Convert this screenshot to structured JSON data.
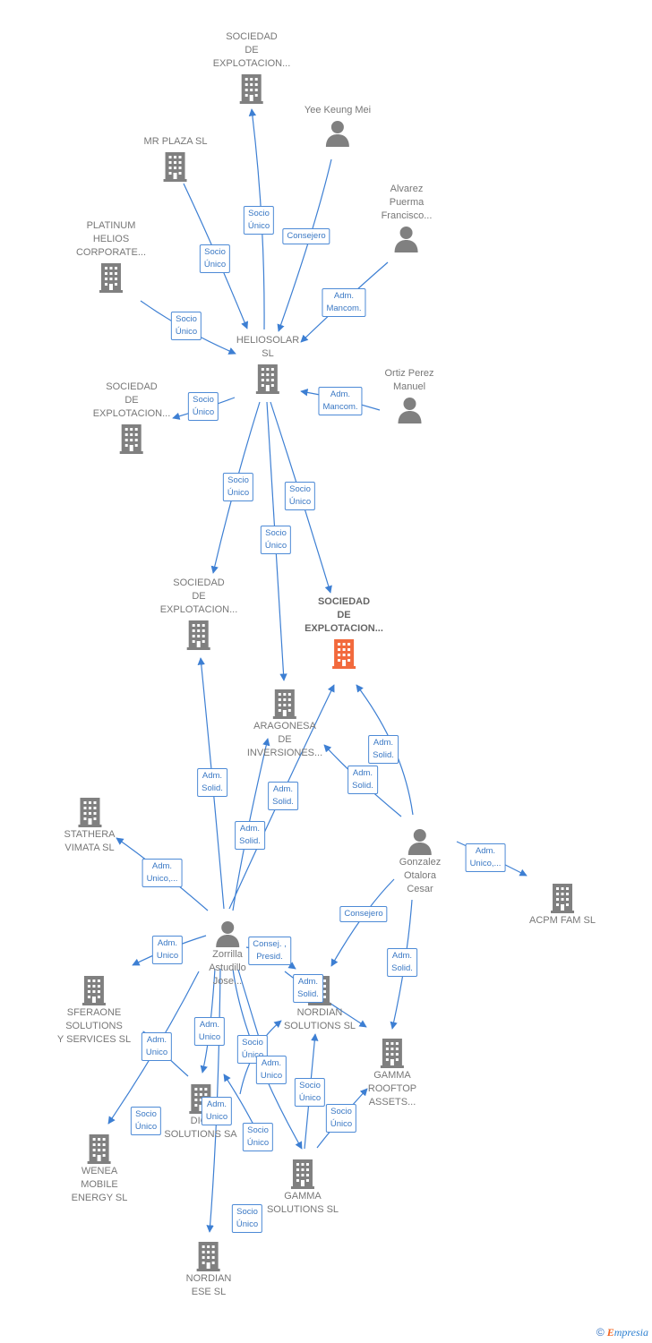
{
  "colors": {
    "link": "#3d7fd3",
    "node": "#808080",
    "focus": "#f26a3d",
    "badge_border": "#4d8ad6"
  },
  "nodes": [
    {
      "id": "sdex_top",
      "label": "SOCIEDAD\nDE\nEXPLOTACION...",
      "type": "company"
    },
    {
      "id": "yee",
      "label": "Yee Keung Mei",
      "type": "person"
    },
    {
      "id": "mrplaza",
      "label": "MR PLAZA SL",
      "type": "company"
    },
    {
      "id": "alvarez",
      "label": "Alvarez\nPuerma\nFrancisco...",
      "type": "person"
    },
    {
      "id": "platinum",
      "label": "PLATINUM\nHELIOS\nCORPORATE...",
      "type": "company"
    },
    {
      "id": "heliosolar",
      "label": "HELIOSOLAR\nSL",
      "type": "company"
    },
    {
      "id": "sdex_left",
      "label": "SOCIEDAD\nDE\nEXPLOTACION...",
      "type": "company"
    },
    {
      "id": "ortiz",
      "label": "Ortiz Perez\nManuel",
      "type": "person"
    },
    {
      "id": "sdex_mid",
      "label": "SOCIEDAD\nDE\nEXPLOTACION...",
      "type": "company"
    },
    {
      "id": "sdex_focus",
      "label": "SOCIEDAD\nDE\nEXPLOTACION...",
      "type": "company",
      "focus": true
    },
    {
      "id": "aragonesa",
      "label": "ARAGONESA\nDE\nINVERSIONES...",
      "type": "company"
    },
    {
      "id": "stathera",
      "label": "STATHERA\nVIMATA  SL",
      "type": "company"
    },
    {
      "id": "gonzalez",
      "label": "Gonzalez\nOtalora\nCesar",
      "type": "person"
    },
    {
      "id": "acpm",
      "label": "ACPM FAM  SL",
      "type": "company"
    },
    {
      "id": "zorrilla",
      "label": "Zorrilla\nAstudillo\nJose...",
      "type": "person"
    },
    {
      "id": "sferaone",
      "label": "SFERAONE\nSOLUTIONS\nY SERVICES SL",
      "type": "company"
    },
    {
      "id": "nordian_sol",
      "label": "NORDIAN\nSOLUTIONS SL",
      "type": "company"
    },
    {
      "id": "gamma_roof",
      "label": "GAMMA\nROOFTOP\nASSETS...",
      "type": "company"
    },
    {
      "id": "digi",
      "label": "DIGI\nSOLUTIONS SA",
      "type": "company"
    },
    {
      "id": "wenea",
      "label": "WENEA\nMOBILE\nENERGY  SL",
      "type": "company"
    },
    {
      "id": "gamma_sol",
      "label": "GAMMA\nSOLUTIONS SL",
      "type": "company"
    },
    {
      "id": "nordian_ese",
      "label": "NORDIAN\nESE  SL",
      "type": "company"
    }
  ],
  "badges": [
    {
      "id": "b1",
      "text": "Socio\nÚnico"
    },
    {
      "id": "b2",
      "text": "Consejero"
    },
    {
      "id": "b3",
      "text": "Socio\nÚnico"
    },
    {
      "id": "b4",
      "text": "Adm.\nMancom."
    },
    {
      "id": "b5",
      "text": "Socio\nÚnico"
    },
    {
      "id": "b6",
      "text": "Socio\nÚnico"
    },
    {
      "id": "b7",
      "text": "Adm.\nMancom."
    },
    {
      "id": "b8",
      "text": "Socio\nÚnico"
    },
    {
      "id": "b9",
      "text": "Socio\nÚnico"
    },
    {
      "id": "b10",
      "text": "Socio\nÚnico"
    },
    {
      "id": "b11",
      "text": "Adm.\nSolid."
    },
    {
      "id": "b12",
      "text": "Adm.\nSolid."
    },
    {
      "id": "b13",
      "text": "Adm.\nSolid."
    },
    {
      "id": "b14",
      "text": "Adm.\nSolid."
    },
    {
      "id": "b15",
      "text": "Adm.\nSolid."
    },
    {
      "id": "b16",
      "text": "Adm.\nUnico,..."
    },
    {
      "id": "b17",
      "text": "Adm.\nUnico,..."
    },
    {
      "id": "b18",
      "text": "Consejero"
    },
    {
      "id": "b19",
      "text": "Adm.\nUnico"
    },
    {
      "id": "b20",
      "text": "Consej. ,\nPresid."
    },
    {
      "id": "b21",
      "text": "Adm.\nSolid."
    },
    {
      "id": "b22",
      "text": "Adm.\nSolid."
    },
    {
      "id": "b23",
      "text": "Adm.\nUnico"
    },
    {
      "id": "b24",
      "text": "Adm.\nUnico"
    },
    {
      "id": "b25",
      "text": "Socio\nÚnico"
    },
    {
      "id": "b26",
      "text": "Adm.\nUnico"
    },
    {
      "id": "b27",
      "text": "Socio\nÚnico"
    },
    {
      "id": "b28",
      "text": "Adm.\nUnico"
    },
    {
      "id": "b29",
      "text": "Socio\nÚnico"
    },
    {
      "id": "b30",
      "text": "Socio\nÚnico"
    },
    {
      "id": "b31",
      "text": "Socio\nÚnico"
    },
    {
      "id": "b32",
      "text": "Socio\nÚnico"
    }
  ],
  "footer": {
    "copyright": "©",
    "brand_initial": "E",
    "brand_rest": "mpresia"
  }
}
